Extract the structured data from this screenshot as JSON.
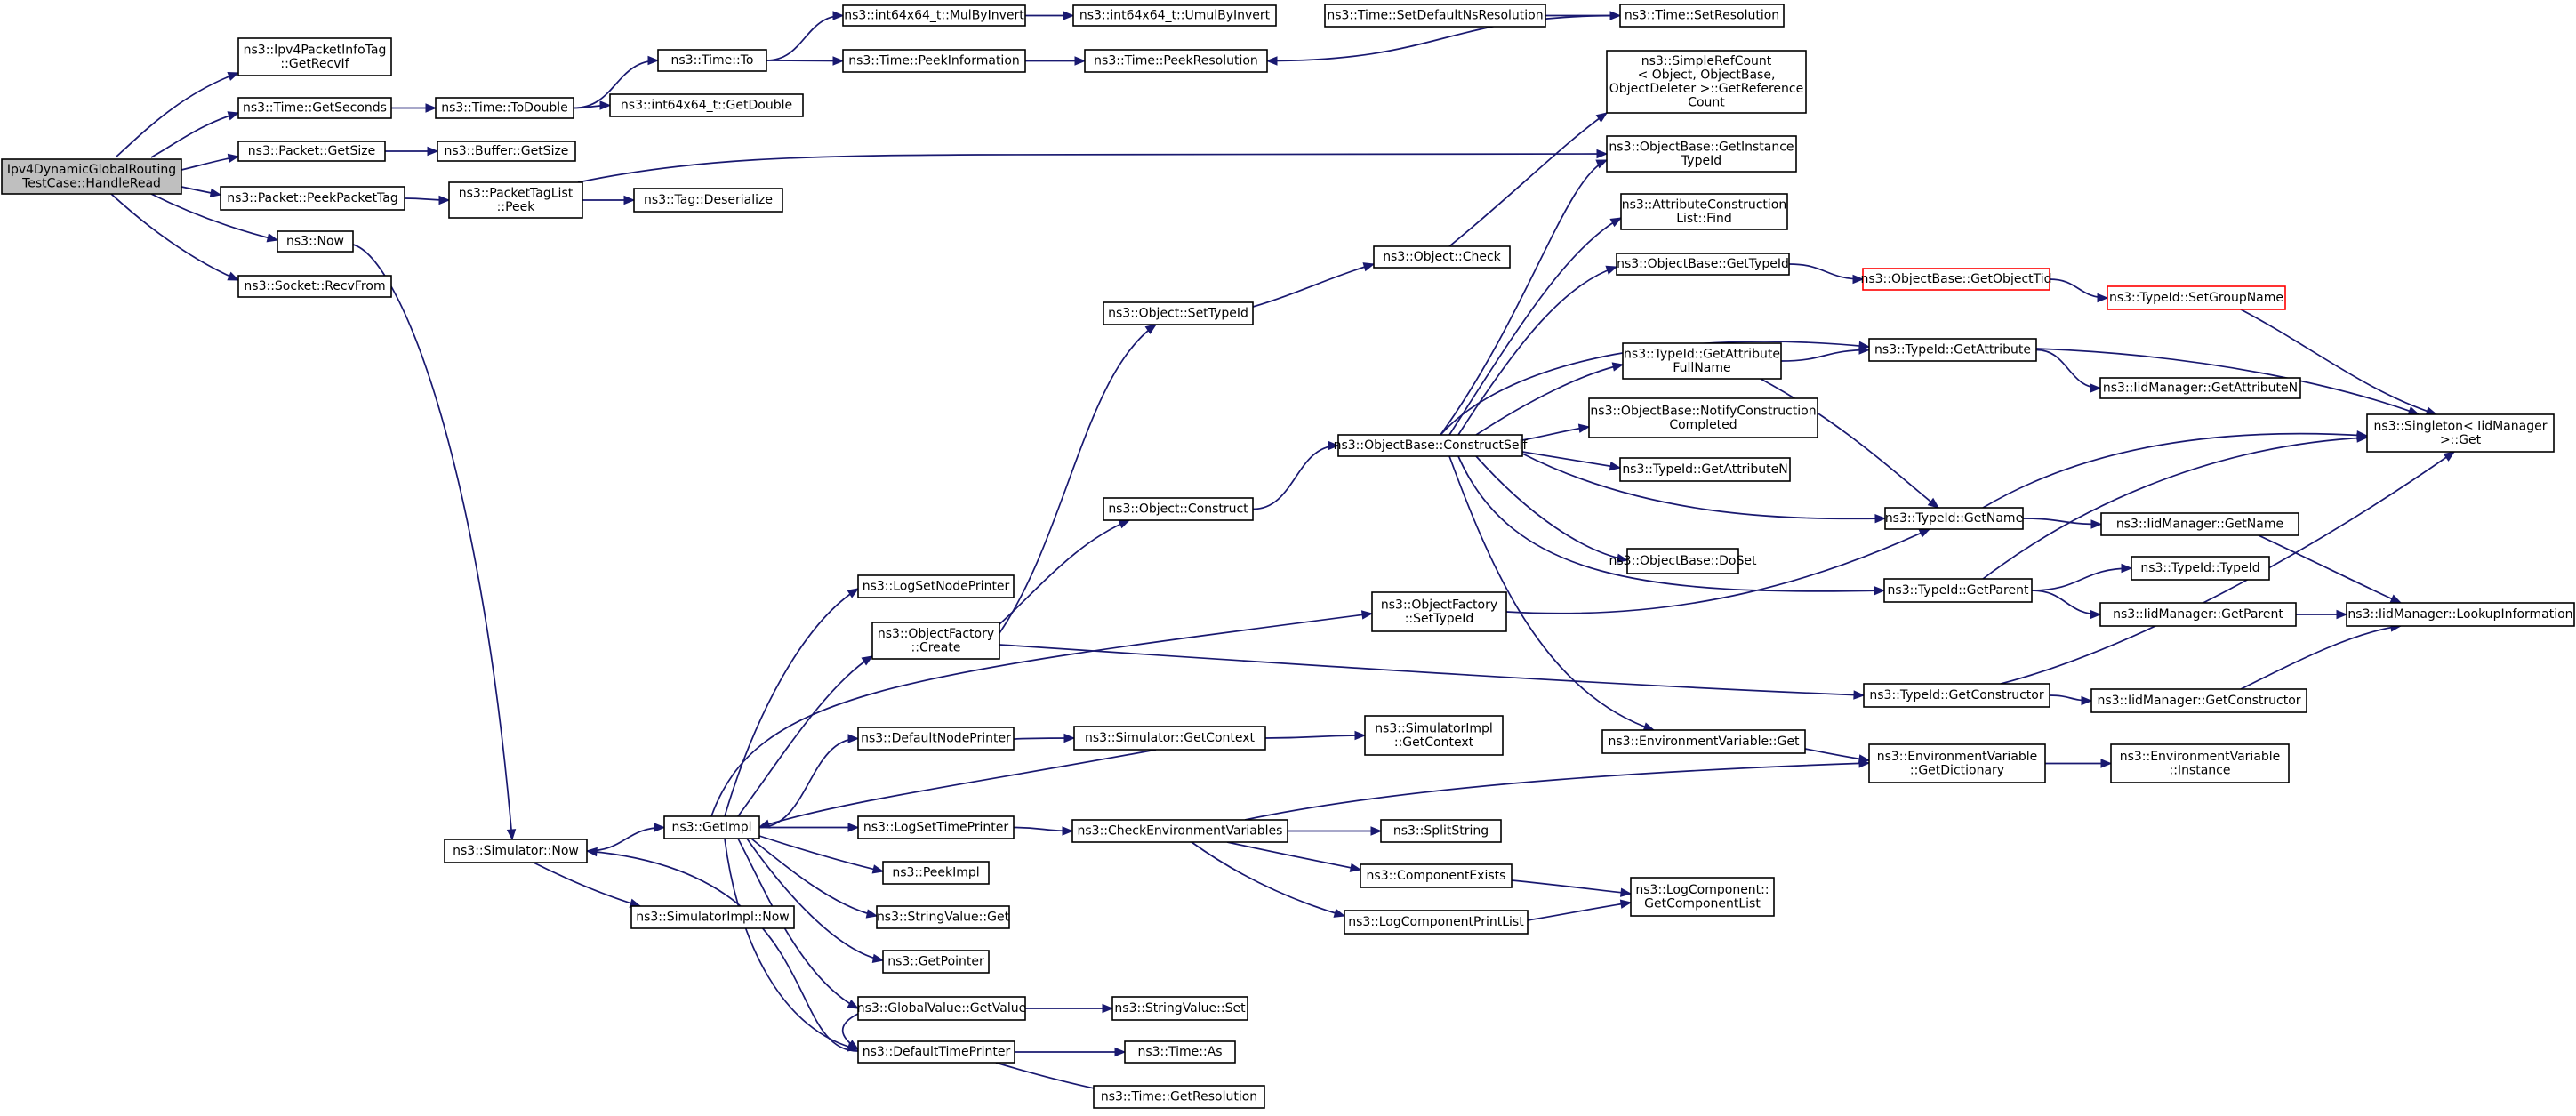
{
  "graph": {
    "colors": {
      "edge": "#191970",
      "node_border": "#000000",
      "root_fill": "#bfbfbf",
      "unresolved_border": "#ff0000",
      "background": "#ffffff"
    },
    "nodes": [
      {
        "id": "root",
        "lines": [
          "Ipv4DynamicGlobalRouting",
          "TestCase::HandleRead"
        ],
        "style": "root"
      },
      {
        "id": "recvif",
        "lines": [
          "ns3::Ipv4PacketInfoTag",
          "::GetRecvIf"
        ]
      },
      {
        "id": "getseconds",
        "lines": [
          "ns3::Time::GetSeconds"
        ]
      },
      {
        "id": "pgetsize",
        "lines": [
          "ns3::Packet::GetSize"
        ]
      },
      {
        "id": "peekpackettag",
        "lines": [
          "ns3::Packet::PeekPacketTag"
        ]
      },
      {
        "id": "now",
        "lines": [
          "ns3::Now"
        ]
      },
      {
        "id": "recvfrom",
        "lines": [
          "ns3::Socket::RecvFrom"
        ]
      },
      {
        "id": "todouble",
        "lines": [
          "ns3::Time::ToDouble"
        ]
      },
      {
        "id": "bgetsize",
        "lines": [
          "ns3::Buffer::GetSize"
        ]
      },
      {
        "id": "ptlpeek",
        "lines": [
          "ns3::PacketTagList",
          "::Peek"
        ]
      },
      {
        "id": "timeto",
        "lines": [
          "ns3::Time::To"
        ]
      },
      {
        "id": "getdouble",
        "lines": [
          "ns3::int64x64_t::GetDouble"
        ]
      },
      {
        "id": "tagdeser",
        "lines": [
          "ns3::Tag::Deserialize"
        ]
      },
      {
        "id": "mulbyinvert",
        "lines": [
          "ns3::int64x64_t::MulByInvert"
        ]
      },
      {
        "id": "peekinfo",
        "lines": [
          "ns3::Time::PeekInformation"
        ]
      },
      {
        "id": "umulbyinvert",
        "lines": [
          "ns3::int64x64_t::UmulByInvert"
        ]
      },
      {
        "id": "peekres",
        "lines": [
          "ns3::Time::PeekResolution"
        ]
      },
      {
        "id": "setdefns",
        "lines": [
          "ns3::Time::SetDefaultNsResolution"
        ]
      },
      {
        "id": "setres",
        "lines": [
          "ns3::Time::SetResolution"
        ]
      },
      {
        "id": "simrefcount",
        "lines": [
          "ns3::SimpleRefCount",
          "< Object, ObjectBase,",
          "ObjectDeleter >::GetReference",
          "Count"
        ]
      },
      {
        "id": "getinstancetid",
        "lines": [
          "ns3::ObjectBase::GetInstance",
          "TypeId"
        ]
      },
      {
        "id": "acfind",
        "lines": [
          "ns3::AttributeConstruction",
          "List::Find"
        ]
      },
      {
        "id": "objcheck",
        "lines": [
          "ns3::Object::Check"
        ]
      },
      {
        "id": "obgettypeid",
        "lines": [
          "ns3::ObjectBase::GetTypeId"
        ]
      },
      {
        "id": "obgetobjecttid",
        "lines": [
          "ns3::ObjectBase::GetObjectTid"
        ],
        "style": "red"
      },
      {
        "id": "tidsetgroup",
        "lines": [
          "ns3::TypeId::SetGroupName"
        ],
        "style": "red"
      },
      {
        "id": "objsettypeid",
        "lines": [
          "ns3::Object::SetTypeId"
        ]
      },
      {
        "id": "tidgetattrfull",
        "lines": [
          "ns3::TypeId::GetAttribute",
          "FullName"
        ]
      },
      {
        "id": "tidgetattr",
        "lines": [
          "ns3::TypeId::GetAttribute"
        ]
      },
      {
        "id": "iidgetattrn",
        "lines": [
          "ns3::IidManager::GetAttributeN"
        ]
      },
      {
        "id": "notifycc",
        "lines": [
          "ns3::ObjectBase::NotifyConstruction",
          "Completed"
        ]
      },
      {
        "id": "singletonget",
        "lines": [
          "ns3::Singleton< IidManager",
          ">::Get"
        ]
      },
      {
        "id": "constructself",
        "lines": [
          "ns3::ObjectBase::ConstructSelf"
        ]
      },
      {
        "id": "tidgetattrn",
        "lines": [
          "ns3::TypeId::GetAttributeN"
        ]
      },
      {
        "id": "objconstruct",
        "lines": [
          "ns3::Object::Construct"
        ]
      },
      {
        "id": "tidgetname",
        "lines": [
          "ns3::TypeId::GetName"
        ]
      },
      {
        "id": "iidgetname",
        "lines": [
          "ns3::IidManager::GetName"
        ]
      },
      {
        "id": "obdoset",
        "lines": [
          "ns3::ObjectBase::DoSet"
        ]
      },
      {
        "id": "tidtypeid",
        "lines": [
          "ns3::TypeId::TypeId"
        ]
      },
      {
        "id": "lognodeprinter",
        "lines": [
          "ns3::LogSetNodePrinter"
        ]
      },
      {
        "id": "tidgetparent",
        "lines": [
          "ns3::TypeId::GetParent"
        ]
      },
      {
        "id": "offsettypeid",
        "lines": [
          "ns3::ObjectFactory",
          "::SetTypeId"
        ]
      },
      {
        "id": "iidgetparent",
        "lines": [
          "ns3::IidManager::GetParent"
        ]
      },
      {
        "id": "iidlookup",
        "lines": [
          "ns3::IidManager::LookupInformation"
        ]
      },
      {
        "id": "ofcreate",
        "lines": [
          "ns3::ObjectFactory",
          "::Create"
        ]
      },
      {
        "id": "tidgetctor",
        "lines": [
          "ns3::TypeId::GetConstructor"
        ]
      },
      {
        "id": "iidgetctor",
        "lines": [
          "ns3::IidManager::GetConstructor"
        ]
      },
      {
        "id": "defnodeprinter",
        "lines": [
          "ns3::DefaultNodePrinter"
        ]
      },
      {
        "id": "simgetcontext",
        "lines": [
          "ns3::Simulator::GetContext"
        ]
      },
      {
        "id": "simimplgetctx",
        "lines": [
          "ns3::SimulatorImpl",
          "::GetContext"
        ]
      },
      {
        "id": "envget",
        "lines": [
          "ns3::EnvironmentVariable::Get"
        ]
      },
      {
        "id": "envgetdict",
        "lines": [
          "ns3::EnvironmentVariable",
          "::GetDictionary"
        ]
      },
      {
        "id": "envinstance",
        "lines": [
          "ns3::EnvironmentVariable",
          "::Instance"
        ]
      },
      {
        "id": "getimpl",
        "lines": [
          "ns3::GetImpl"
        ]
      },
      {
        "id": "logsettimeprinter",
        "lines": [
          "ns3::LogSetTimePrinter"
        ]
      },
      {
        "id": "checkenv",
        "lines": [
          "ns3::CheckEnvironmentVariables"
        ]
      },
      {
        "id": "splitstring",
        "lines": [
          "ns3::SplitString"
        ]
      },
      {
        "id": "simnow",
        "lines": [
          "ns3::Simulator::Now"
        ]
      },
      {
        "id": "peekimpl",
        "lines": [
          "ns3::PeekImpl"
        ]
      },
      {
        "id": "compexists",
        "lines": [
          "ns3::ComponentExists"
        ]
      },
      {
        "id": "lcgetlist",
        "lines": [
          "ns3::LogComponent::",
          "GetComponentList"
        ]
      },
      {
        "id": "simimplnow",
        "lines": [
          "ns3::SimulatorImpl::Now"
        ]
      },
      {
        "id": "svget",
        "lines": [
          "ns3::StringValue::Get"
        ]
      },
      {
        "id": "lcprintlist",
        "lines": [
          "ns3::LogComponentPrintList"
        ]
      },
      {
        "id": "getpointer",
        "lines": [
          "ns3::GetPointer"
        ]
      },
      {
        "id": "gvgetvalue",
        "lines": [
          "ns3::GlobalValue::GetValue"
        ]
      },
      {
        "id": "svset",
        "lines": [
          "ns3::StringValue::Set"
        ]
      },
      {
        "id": "deftimeprinter",
        "lines": [
          "ns3::DefaultTimePrinter"
        ]
      },
      {
        "id": "timeas",
        "lines": [
          "ns3::Time::As"
        ]
      },
      {
        "id": "timegetres",
        "lines": [
          "ns3::Time::GetResolution"
        ]
      }
    ],
    "edges": [
      [
        "root",
        "recvif"
      ],
      [
        "root",
        "getseconds"
      ],
      [
        "root",
        "pgetsize"
      ],
      [
        "root",
        "peekpackettag"
      ],
      [
        "root",
        "now"
      ],
      [
        "root",
        "recvfrom"
      ],
      [
        "getseconds",
        "todouble"
      ],
      [
        "pgetsize",
        "bgetsize"
      ],
      [
        "peekpackettag",
        "ptlpeek"
      ],
      [
        "todouble",
        "timeto"
      ],
      [
        "todouble",
        "getdouble"
      ],
      [
        "ptlpeek",
        "getinstancetid"
      ],
      [
        "ptlpeek",
        "tagdeser"
      ],
      [
        "timeto",
        "mulbyinvert"
      ],
      [
        "timeto",
        "peekinfo"
      ],
      [
        "mulbyinvert",
        "umulbyinvert"
      ],
      [
        "peekinfo",
        "peekres"
      ],
      [
        "setdefns",
        "setres"
      ],
      [
        "setres",
        "peekres"
      ],
      [
        "now",
        "simnow"
      ],
      [
        "simnow",
        "getimpl"
      ],
      [
        "simnow",
        "simimplnow"
      ],
      [
        "getimpl",
        "lognodeprinter"
      ],
      [
        "getimpl",
        "ofcreate"
      ],
      [
        "getimpl",
        "offsettypeid"
      ],
      [
        "getimpl",
        "defnodeprinter"
      ],
      [
        "getimpl",
        "logsettimeprinter"
      ],
      [
        "getimpl",
        "peekimpl"
      ],
      [
        "getimpl",
        "svget"
      ],
      [
        "getimpl",
        "getpointer"
      ],
      [
        "getimpl",
        "gvgetvalue"
      ],
      [
        "getimpl",
        "deftimeprinter"
      ],
      [
        "deftimeprinter",
        "simnow"
      ],
      [
        "deftimeprinter",
        "timeas"
      ],
      [
        "deftimeprinter",
        "timegetres"
      ],
      [
        "simgetcontext",
        "getimpl"
      ],
      [
        "simgetcontext",
        "simimplgetctx"
      ],
      [
        "defnodeprinter",
        "simgetcontext"
      ],
      [
        "ofcreate",
        "objsettypeid"
      ],
      [
        "ofcreate",
        "objconstruct"
      ],
      [
        "ofcreate",
        "tidgetctor"
      ],
      [
        "objsettypeid",
        "objcheck"
      ],
      [
        "objcheck",
        "simrefcount"
      ],
      [
        "objconstruct",
        "constructself"
      ],
      [
        "constructself",
        "getinstancetid"
      ],
      [
        "constructself",
        "acfind"
      ],
      [
        "constructself",
        "obgettypeid"
      ],
      [
        "constructself",
        "tidgetattr"
      ],
      [
        "constructself",
        "tidgetattrfull"
      ],
      [
        "constructself",
        "notifycc"
      ],
      [
        "constructself",
        "tidgetattrn"
      ],
      [
        "constructself",
        "tidgetname"
      ],
      [
        "constructself",
        "obdoset"
      ],
      [
        "constructself",
        "tidgetparent"
      ],
      [
        "constructself",
        "envget"
      ],
      [
        "obgettypeid",
        "obgetobjecttid"
      ],
      [
        "obgetobjecttid",
        "tidsetgroup"
      ],
      [
        "tidsetgroup",
        "singletonget"
      ],
      [
        "tidgetattrfull",
        "tidgetattr"
      ],
      [
        "tidgetattrfull",
        "tidgetname"
      ],
      [
        "tidgetattr",
        "singletonget"
      ],
      [
        "tidgetattr",
        "iidgetattrn"
      ],
      [
        "tidgetname",
        "singletonget"
      ],
      [
        "tidgetname",
        "iidgetname"
      ],
      [
        "iidgetname",
        "iidlookup"
      ],
      [
        "tidgetparent",
        "singletonget"
      ],
      [
        "tidgetparent",
        "tidtypeid"
      ],
      [
        "tidgetparent",
        "iidgetparent"
      ],
      [
        "iidgetparent",
        "iidlookup"
      ],
      [
        "offsettypeid",
        "tidgetname"
      ],
      [
        "tidgetctor",
        "singletonget"
      ],
      [
        "tidgetctor",
        "iidgetctor"
      ],
      [
        "iidgetctor",
        "iidlookup"
      ],
      [
        "envget",
        "envgetdict"
      ],
      [
        "envgetdict",
        "envinstance"
      ],
      [
        "logsettimeprinter",
        "checkenv"
      ],
      [
        "checkenv",
        "envgetdict"
      ],
      [
        "checkenv",
        "splitstring"
      ],
      [
        "checkenv",
        "compexists"
      ],
      [
        "checkenv",
        "lcprintlist"
      ],
      [
        "compexists",
        "lcgetlist"
      ],
      [
        "lcprintlist",
        "lcgetlist"
      ],
      [
        "gvgetvalue",
        "svset"
      ],
      [
        "gvgetvalue",
        "deftimeprinter"
      ]
    ]
  }
}
